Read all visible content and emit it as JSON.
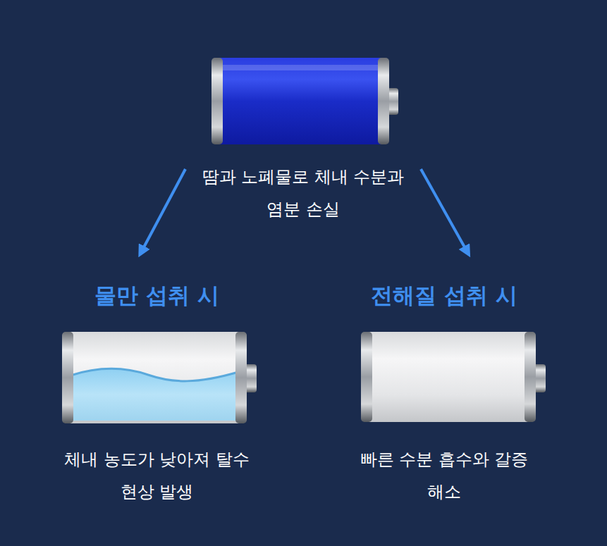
{
  "diagram": {
    "nodes": [
      {
        "text": [
          "땀과 노폐물로 체내 수분과 염분 손실"
        ]
      },
      {
        "text": [
          "물만 섭취 시",
          "체내 농도가 낮아져 탈수 현상 발생"
        ]
      },
      {
        "text": [
          "전해질 섭취 시",
          "빠른 수분 흡수와 갈증 해소"
        ]
      }
    ],
    "edges": [
      {
        "from": 0,
        "to": 1,
        "arrow": "to"
      },
      {
        "from": 0,
        "to": 2,
        "arrow": "to"
      }
    ]
  }
}
